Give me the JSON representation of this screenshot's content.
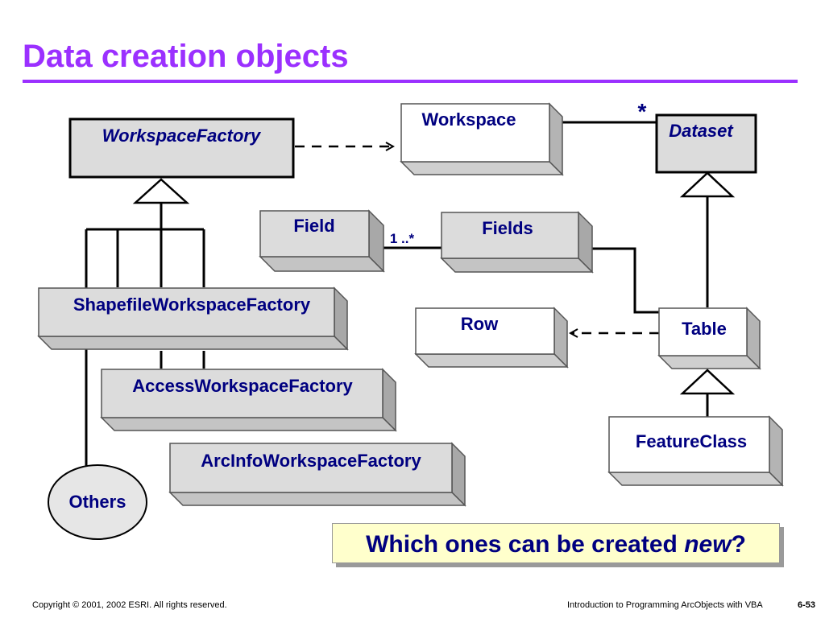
{
  "title": "Data creation objects",
  "classes": {
    "workspace_factory": "WorkspaceFactory",
    "workspace": "Workspace",
    "dataset": "Dataset",
    "field": "Field",
    "fields": "Fields",
    "shapefile_factory": "ShapefileWorkspaceFactory",
    "row": "Row",
    "table": "Table",
    "access_factory": "AccessWorkspaceFactory",
    "featureclass": "FeatureClass",
    "arcinfo_factory": "ArcInfoWorkspaceFactory",
    "others": "Others"
  },
  "multiplicities": {
    "workspace_dataset": "*",
    "fields_field": "1 ..*"
  },
  "question": {
    "prefix": "Which ones can be created ",
    "emphasis": "new",
    "suffix": "?"
  },
  "footer": {
    "copyright": "Copyright © 2001, 2002 ESRI.  All rights reserved.",
    "course": "Introduction to Programming ArcObjects with VBA",
    "page": "6-53"
  },
  "colors": {
    "title": "#9b30ff",
    "label": "#000080",
    "box_fill_gray": "#dcdcdc",
    "question_fill": "#ffffcc"
  }
}
